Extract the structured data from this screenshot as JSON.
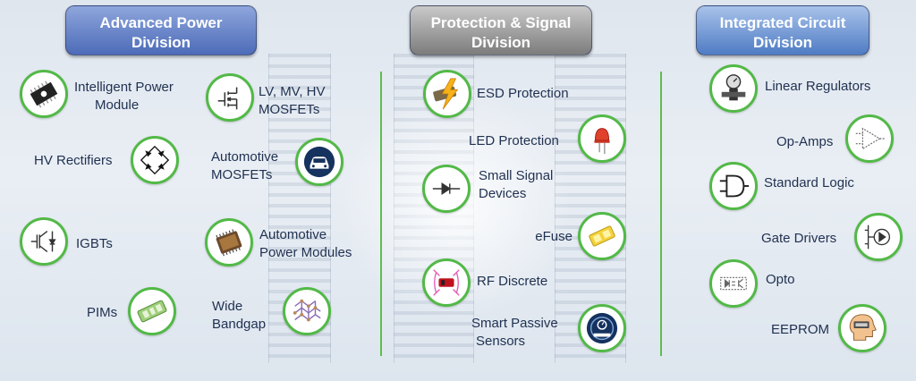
{
  "divisions": [
    {
      "title_line1": "Advanced Power",
      "title_line2": "Division",
      "items": {
        "ipm": [
          "Intelligent Power",
          "Module"
        ],
        "mosfets": [
          "LV, MV, HV",
          "MOSFETs"
        ],
        "rectifiers": [
          "HV Rectifiers"
        ],
        "auto_mosfets": [
          "Automotive",
          "MOSFETs"
        ],
        "igbts": [
          "IGBTs"
        ],
        "auto_modules": [
          "Automotive",
          "Power Modules"
        ],
        "pims": [
          "PIMs"
        ],
        "wide_bandgap": [
          "Wide",
          "Bandgap"
        ]
      }
    },
    {
      "title_line1": "Protection & Signal",
      "title_line2": "Division",
      "items": {
        "esd": [
          "ESD Protection"
        ],
        "led": [
          "LED Protection"
        ],
        "small_signal": [
          "Small Signal",
          "Devices"
        ],
        "efuse": [
          "eFuse"
        ],
        "rf": [
          "RF Discrete"
        ],
        "sensors": [
          "Smart Passive",
          "Sensors"
        ]
      }
    },
    {
      "title_line1": "Integrated Circuit",
      "title_line2": "Division",
      "items": {
        "linear": [
          "Linear Regulators"
        ],
        "opamps": [
          "Op-Amps"
        ],
        "logic": [
          "Standard Logic"
        ],
        "gate": [
          "Gate Drivers"
        ],
        "opto": [
          "Opto"
        ],
        "eeprom": [
          "EEPROM"
        ]
      }
    }
  ],
  "colors": {
    "ring": "#52b947",
    "divider": "#5cbf4a",
    "label": "#1f3050"
  }
}
